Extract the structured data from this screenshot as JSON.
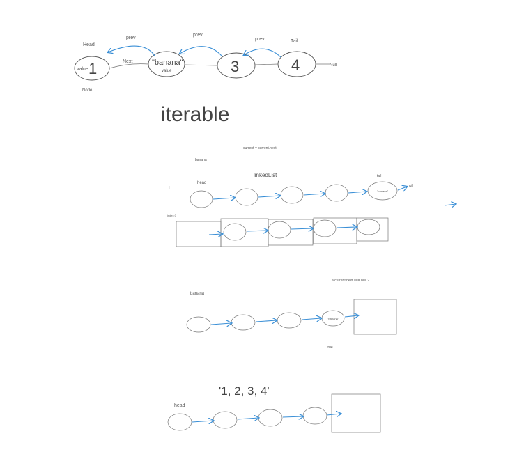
{
  "top": {
    "head_label": "Head",
    "tail_label": "Tail",
    "node_label": "Node",
    "value_label": "value",
    "next_label": "Next",
    "null_label": "Null",
    "prev_labels": [
      "prev",
      "prev",
      "prev"
    ],
    "nodes": [
      "1",
      "\"banana\"",
      "3",
      "4"
    ],
    "banana_sub": "value"
  },
  "heading": "iterable",
  "s2": {
    "top_note": "current = current.next",
    "side_note": "banana",
    "list_title": "linkedList",
    "head_label": "head",
    "tail_label": "tail",
    "null_label": "null",
    "small_left": "index 0",
    "tail_node": "\"banana\""
  },
  "s3": {
    "note": "a current.next === null ?",
    "label": "banana",
    "tail_node": "\"banana\"",
    "bottom_note": "true"
  },
  "s4": {
    "title": "'1, 2, 3, 4'",
    "head_label": "head"
  }
}
